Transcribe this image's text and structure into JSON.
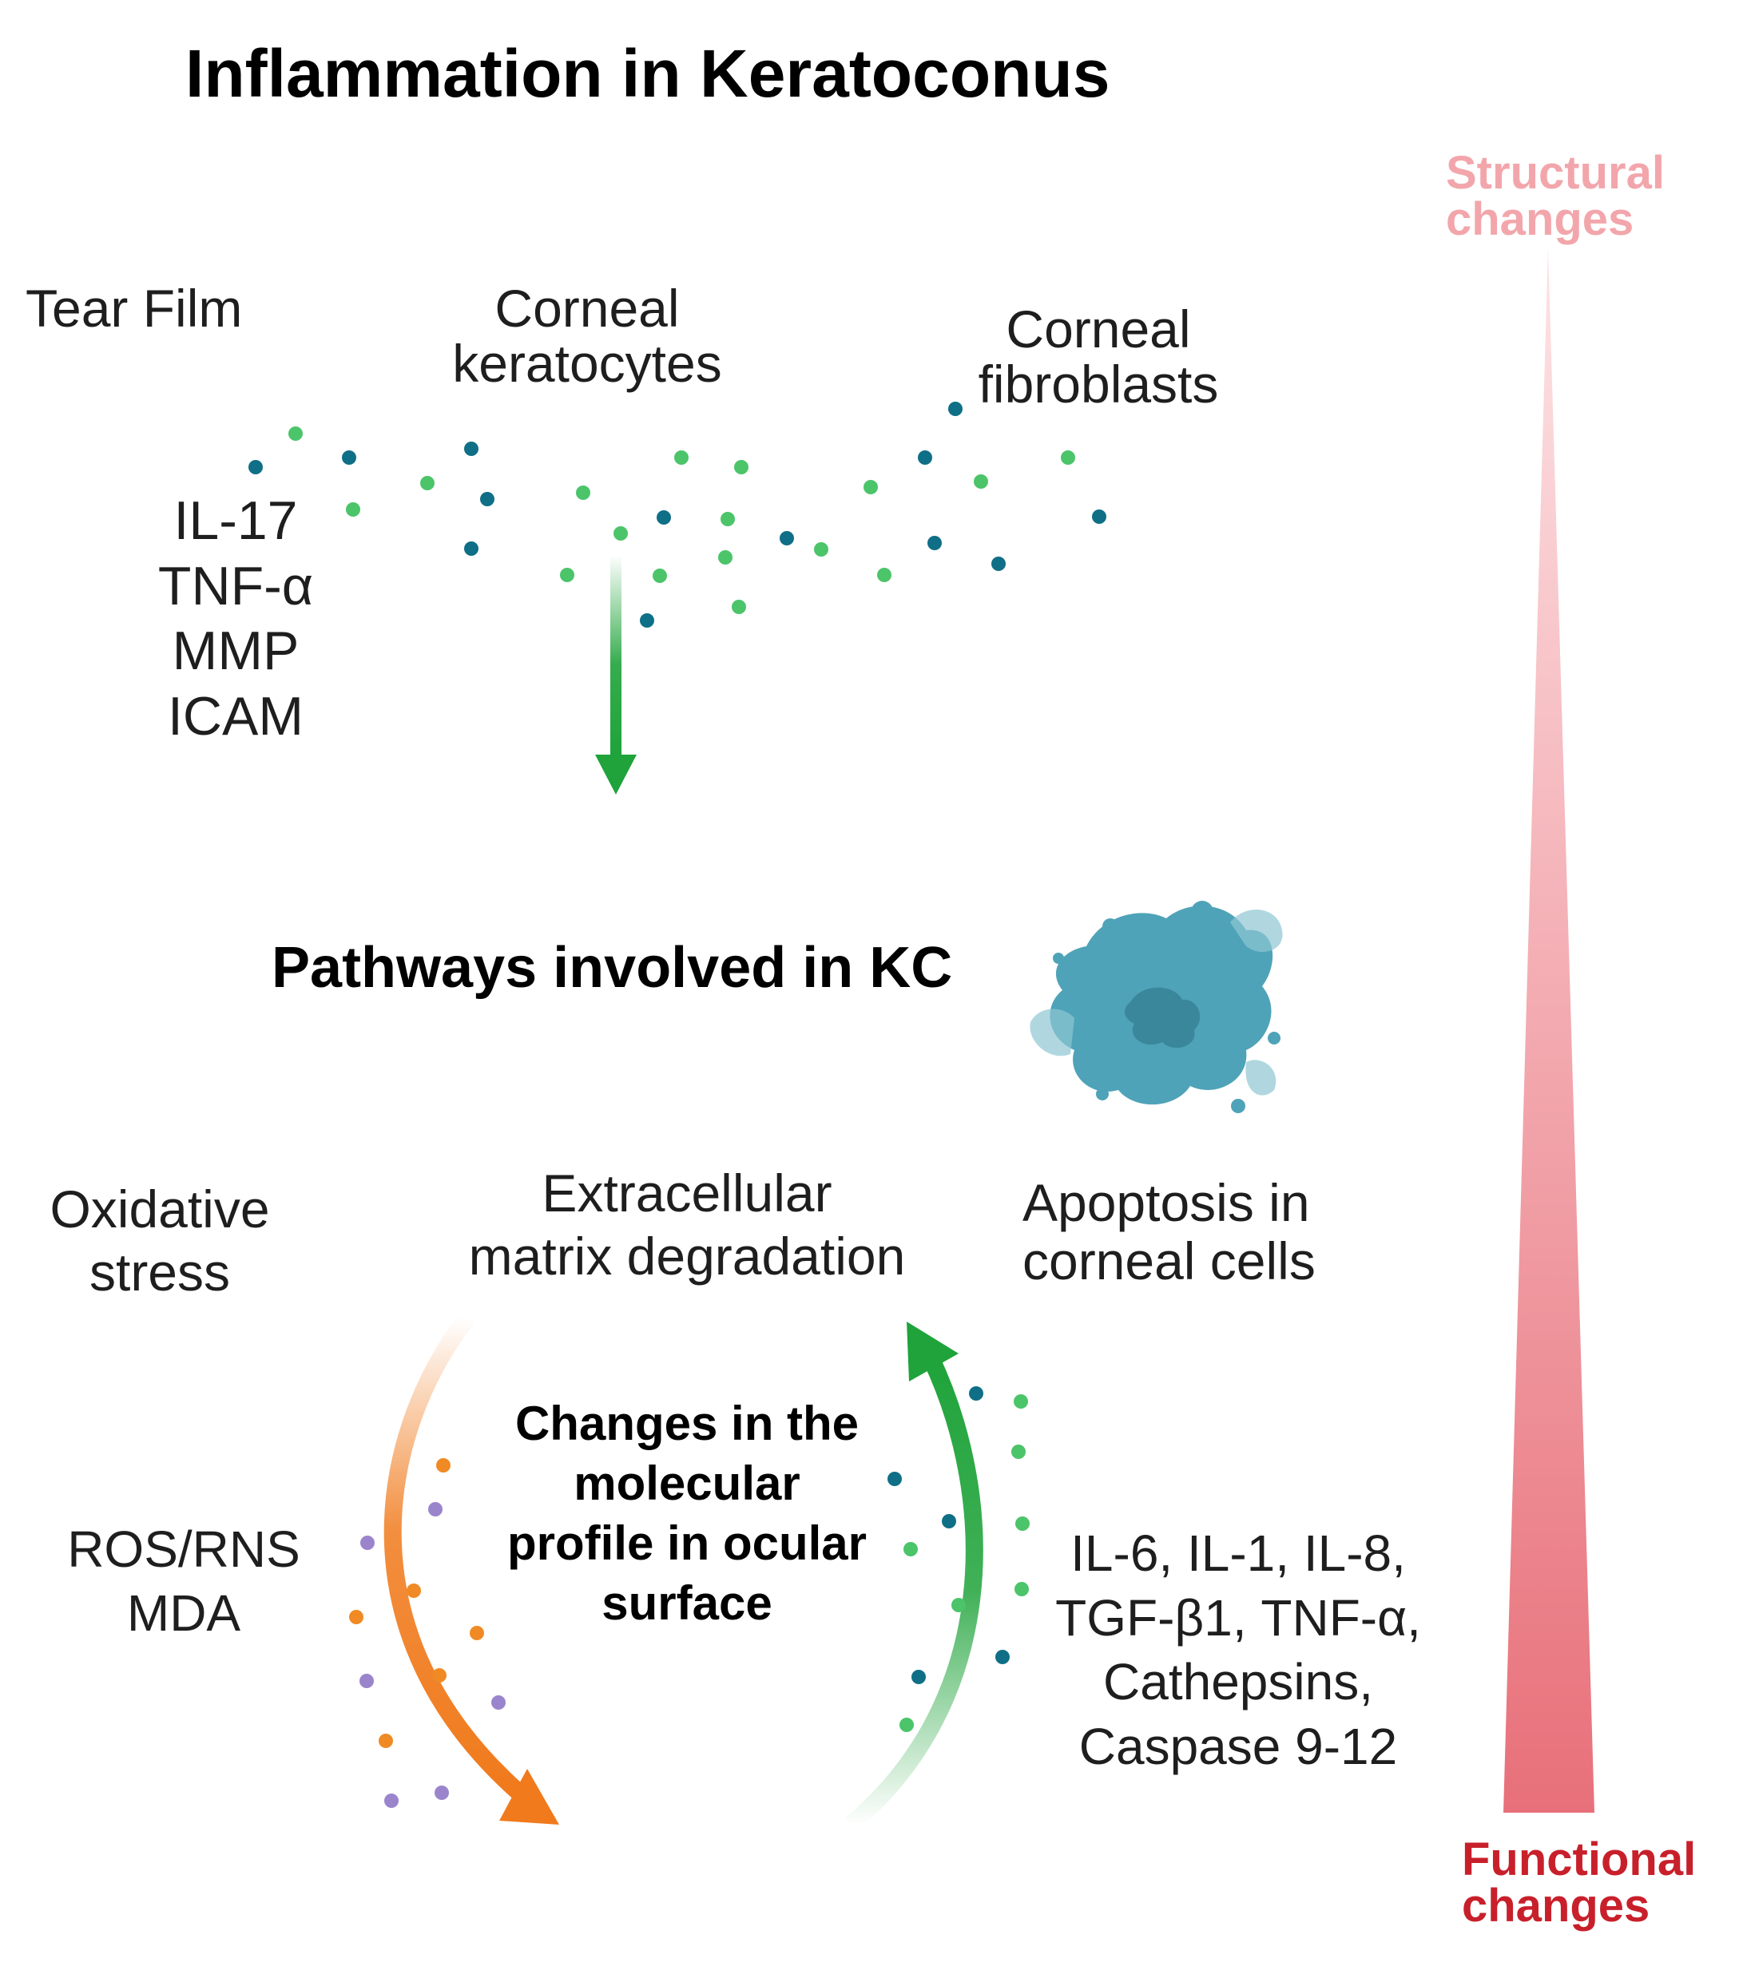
{
  "title": "Inflammation in Keratoconus",
  "sources": {
    "tear_film": "Tear Film",
    "corneal_keratocytes": [
      "Corneal",
      "keratocytes"
    ],
    "corneal_fibroblasts": [
      "Corneal",
      "fibroblasts"
    ]
  },
  "tear_markers": [
    "IL-17",
    "TNF-α",
    "MMP",
    "ICAM"
  ],
  "pathways_title": "Pathways involved in KC",
  "pathways": {
    "oxidative_stress": [
      "Oxidative",
      "stress"
    ],
    "ecm_degradation": [
      "Extracellular",
      "matrix degradation"
    ],
    "apoptosis": [
      "Apoptosis in",
      "corneal cells"
    ]
  },
  "oxidative_markers": [
    "ROS/RNS",
    "MDA"
  ],
  "center_text": [
    "Changes in the",
    "molecular",
    "profile in ocular",
    "surface"
  ],
  "apoptosis_markers": [
    "IL-6, IL-1, IL-8,",
    "TGF-β1, TNF-α,",
    "Cathepsins,",
    "Caspase 9-12"
  ],
  "gradient": {
    "top_label": [
      "Structural",
      "changes"
    ],
    "bottom_label": [
      "Functional",
      "changes"
    ]
  },
  "colors": {
    "green_arrow": "#1fa33a",
    "orange_arrow": "#f07a1c",
    "dot_teal": "#0f6f86",
    "dot_green": "#4cc46a",
    "dot_orange": "#f08a24",
    "dot_purple": "#9a85cc",
    "cell": "#4fa3b8",
    "structural_label": "#f2a6ab",
    "functional_label": "#c8202b",
    "gradient_top": "#fde3e5",
    "gradient_bottom": "#e8707a"
  },
  "icons": {
    "cell": "cell-icon"
  }
}
